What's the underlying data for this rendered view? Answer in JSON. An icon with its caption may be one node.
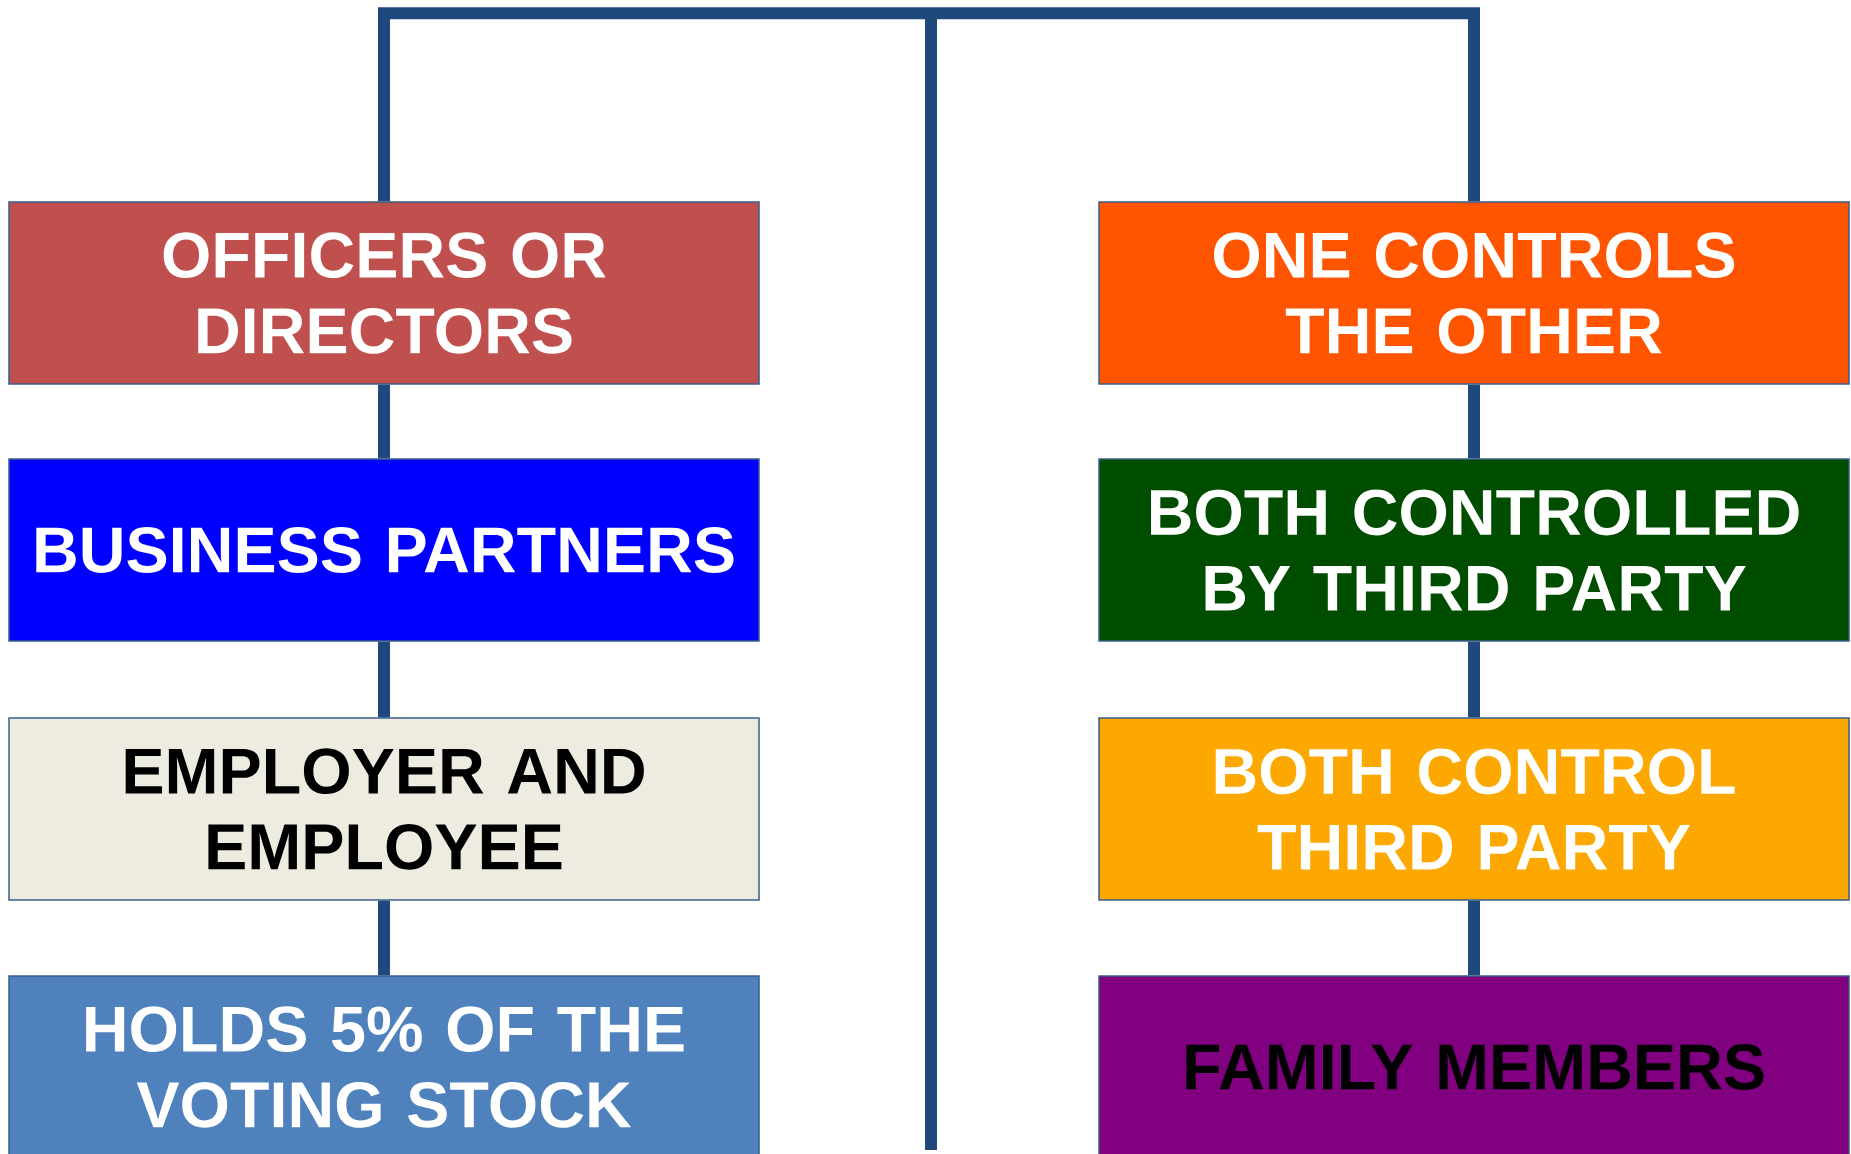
{
  "diagram": {
    "nodes": [
      {
        "text": [
          "OFFICERS OR DIRECTORS"
        ]
      },
      {
        "text": [
          "BUSINESS PARTNERS"
        ]
      },
      {
        "text": [
          "EMPLOYER AND EMPLOYEE"
        ]
      },
      {
        "text": [
          "HOLDS 5% OF THE VOTING STOCK"
        ]
      },
      {
        "text": [
          "ONE CONTROLS THE OTHER"
        ]
      },
      {
        "text": [
          "BOTH CONTROLLED BY THIRD PARTY"
        ]
      },
      {
        "text": [
          "BOTH CONTROL THIRD PARTY"
        ]
      },
      {
        "text": [
          "FAMILY MEMBERS"
        ]
      }
    ],
    "edges": [
      {
        "from": 0,
        "to": 4,
        "arrow": "none"
      },
      {
        "from": 0,
        "to": 1,
        "arrow": "none"
      },
      {
        "from": 1,
        "to": 2,
        "arrow": "none"
      },
      {
        "from": 2,
        "to": 3,
        "arrow": "none"
      },
      {
        "from": 4,
        "to": 5,
        "arrow": "none"
      },
      {
        "from": 5,
        "to": 6,
        "arrow": "none"
      },
      {
        "from": 6,
        "to": 7,
        "arrow": "none"
      }
    ]
  }
}
